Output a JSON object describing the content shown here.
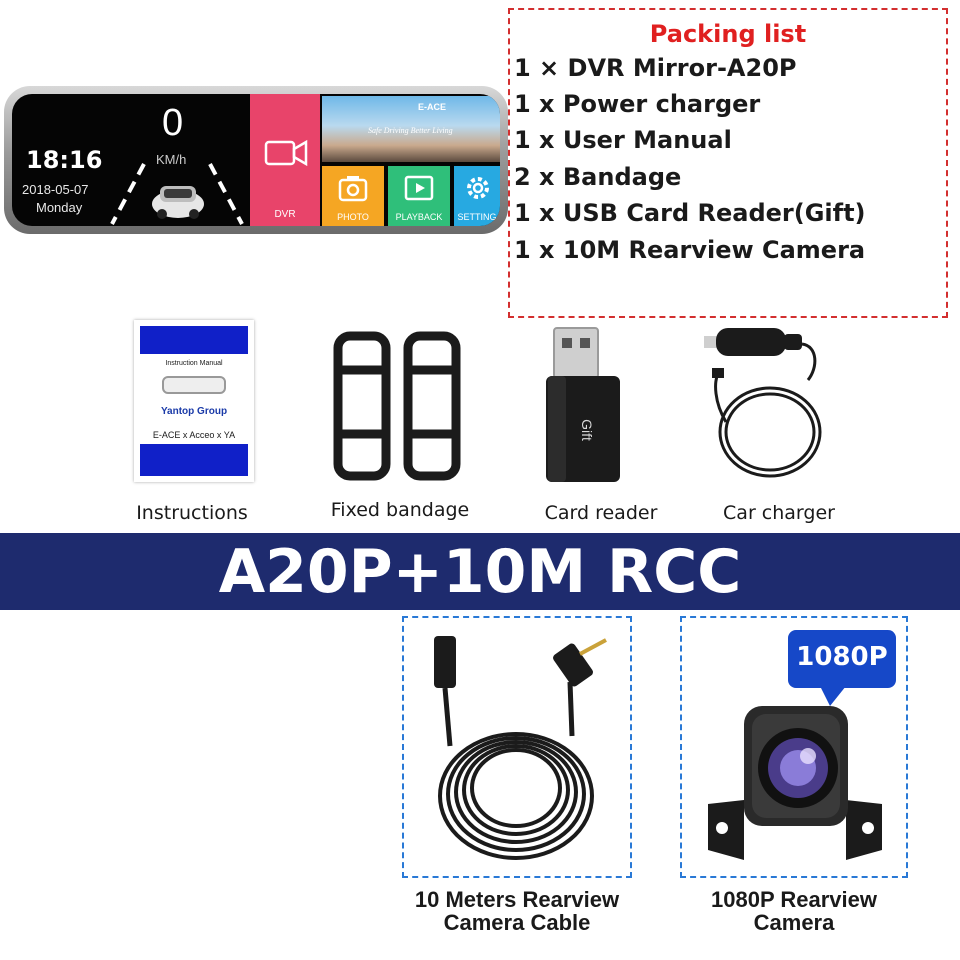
{
  "mirror": {
    "clock": "18:16",
    "date": "2018-05-07",
    "weekday": "Monday",
    "speed": "0",
    "speed_unit": "KM/h",
    "banner_logo": "E-ACE",
    "banner_slogan": "Safe Driving Better Living",
    "tiles": {
      "dvr": "DVR",
      "photo": "PHOTO",
      "playback": "PLAYBACK",
      "setting": "SETTING"
    }
  },
  "packing_list": {
    "title": "Packing list",
    "items": [
      "1 × DVR Mirror-A20P",
      "1 x Power charger",
      "1 x User Manual",
      "2 x Bandage",
      "1 x USB Card Reader(Gift)",
      "1 x 10M Rearview Camera"
    ]
  },
  "manual": {
    "title": "Instruction Manual",
    "brand": "Yantop Group",
    "logos": "E-ACE x Acceo x YA"
  },
  "card_reader": {
    "side_text": "Gift"
  },
  "accessories": [
    {
      "label": "Instructions"
    },
    {
      "label": "Fixed bandage"
    },
    {
      "label": "Card reader"
    },
    {
      "label": "Car charger"
    }
  ],
  "banner": {
    "text": "A20P+10M RCC"
  },
  "bottom": {
    "cable_label_1": "10 Meters Rearview",
    "cable_label_2": "Camera Cable",
    "camera_label_1": "1080P Rearview",
    "camera_label_2": "Camera",
    "badge": "1080P"
  },
  "colors": {
    "packing_border": "#d32f2f",
    "packing_title": "#e02020",
    "banner_bg": "#1e2b6e",
    "bottom_border": "#2979d6",
    "badge_bg": "#1648c8"
  }
}
